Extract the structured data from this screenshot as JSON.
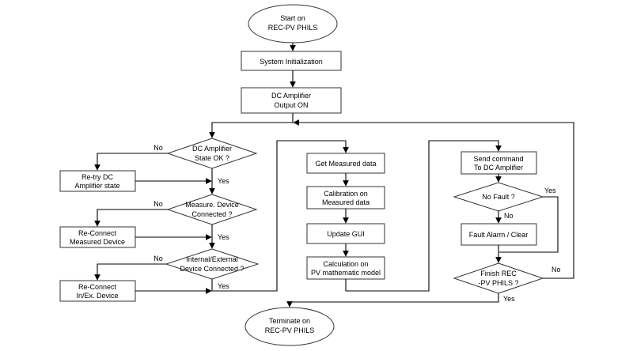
{
  "nodes": {
    "start": [
      "Start on",
      "REC-PV PHILS"
    ],
    "init": [
      "System Initialization"
    ],
    "dc_output": [
      "DC Amplifier",
      "Output ON"
    ],
    "dc_state": [
      "DC Amplifier",
      "State OK ?"
    ],
    "retry_dc": [
      "Re-try DC",
      "Amplifier state"
    ],
    "measure_conn": [
      "Measure. Device",
      "Connected ?"
    ],
    "reconnect_measured": [
      "Re-Connect",
      "Measured Device"
    ],
    "internal_conn": [
      "Internal/External",
      "Device Connected ?"
    ],
    "reconnect_inex": [
      "Re-Connect",
      "In/Ex. Device"
    ],
    "get_data": [
      "Get Measured data"
    ],
    "calibration": [
      "Calibration on",
      "Measured data"
    ],
    "update_gui": [
      "Update GUI"
    ],
    "calculation": [
      "Calculation on",
      "PV mathematic model"
    ],
    "send_cmd": [
      "Send command",
      "To DC Amplifier"
    ],
    "no_fault": [
      "No Fault ?"
    ],
    "fault_alarm": [
      "Fault Alarm / Clear"
    ],
    "finish": [
      "Finish REC",
      "-PV PHILS ?"
    ],
    "terminate": [
      "Terminate on",
      "REC-PV PHILS"
    ]
  },
  "edge_labels": {
    "dc_state_no": "No",
    "dc_state_yes": "Yes",
    "measure_no": "No",
    "measure_yes": "Yes",
    "internal_no": "No",
    "internal_yes": "Yes",
    "fault_yes": "Yes",
    "fault_no": "No",
    "finish_no": "No",
    "finish_yes": "Yes"
  },
  "colors": {
    "line": "#000000",
    "shape_stroke": "#333333",
    "fill": "#ffffff"
  }
}
